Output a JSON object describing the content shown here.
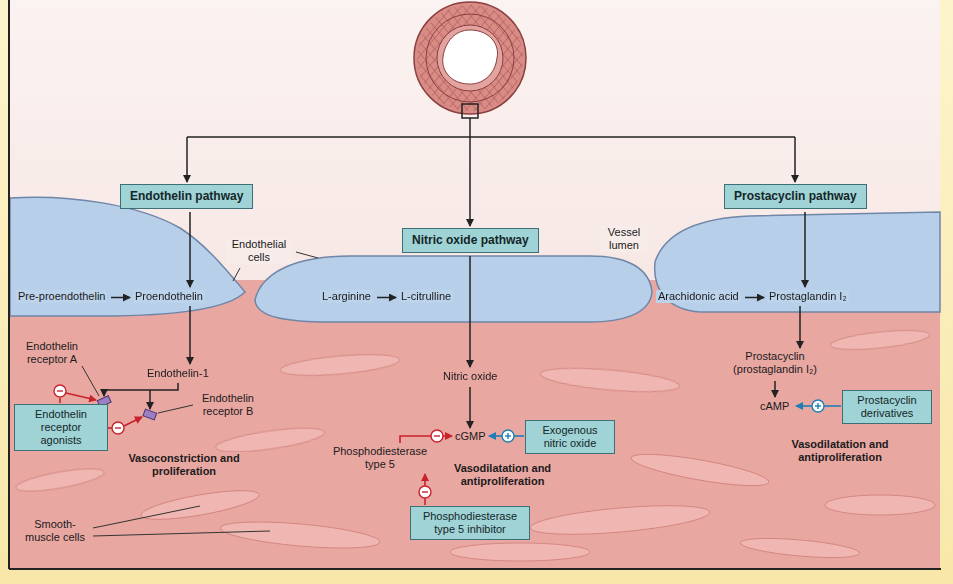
{
  "diagram": {
    "nodes": [
      {
        "text": [
          "Endothelin pathway"
        ]
      },
      {
        "text": [
          "Nitric oxide pathway"
        ]
      },
      {
        "text": [
          "Prostacyclin pathway"
        ]
      },
      {
        "text": [
          "Endothelin receptor agonists"
        ]
      },
      {
        "text": [
          "Exogenous nitric oxide"
        ]
      },
      {
        "text": [
          "Prostacyclin derivatives"
        ]
      },
      {
        "text": [
          "Phosphodiesterase type 5 inhibitor"
        ]
      }
    ],
    "labels": [
      "Vessel lumen",
      "Endothelial cells",
      "Pre-proendothelin",
      "Proendothelin",
      "L-arginine",
      "L-citrulline",
      "Arachidonic acid",
      "Prostaglandin I₂",
      "Endothelin receptor A",
      "Endothelin-1",
      "Nitric oxide",
      "Prostacyclin (prostaglandin I₂)",
      "Endothelin receptor B",
      "cAMP",
      "cGMP",
      "Vasodilatation and antiproliferation",
      "Vasoconstriction and proliferation",
      "Phosphodiesterase type 5",
      "Vasodilatation and antiproliferation",
      "Smooth-muscle cells"
    ]
  }
}
